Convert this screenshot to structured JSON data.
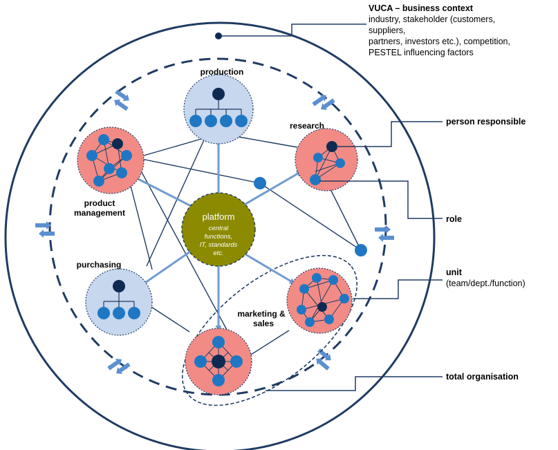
{
  "context": {
    "title": "VUCA – business context",
    "lines": [
      "industry, stakeholder (customers,",
      "suppliers,",
      "partners, investors etc.), competition,",
      "PESTEL influencing factors"
    ]
  },
  "units": {
    "production": "production",
    "research": "research",
    "product_management": [
      "product",
      "management"
    ],
    "purchasing": "purchasing",
    "marketing_sales": [
      "marketing &",
      "sales"
    ]
  },
  "platform": {
    "title": "platform",
    "lines": [
      "central",
      "functions,",
      "IT, standards",
      "etc."
    ]
  },
  "legend": {
    "person_responsible": "person responsible",
    "role": "role",
    "unit": "unit",
    "unit_sub": "(team/dept./function)",
    "total_organisation": "total organisation"
  },
  "colors": {
    "outline": "#1f3b63",
    "node": "#1f77c4",
    "node_dark": "#0f2a52",
    "unit_red": "#f28b86",
    "unit_blue": "#c6d7ee",
    "platform": "#8b8a00",
    "arrow": "#6f9bd1"
  }
}
